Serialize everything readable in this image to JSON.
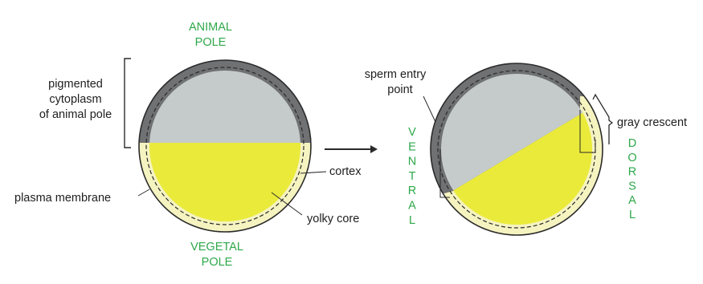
{
  "labels": {
    "animal_pole_line1": "ANIMAL",
    "animal_pole_line2": "POLE",
    "vegetal_pole_line1": "VEGETAL",
    "vegetal_pole_line2": "POLE",
    "pigmented_line1": "pigmented",
    "pigmented_line2": "cytoplasm",
    "pigmented_line3": "of animal pole",
    "plasma_membrane": "plasma membrane",
    "cortex": "cortex",
    "yolky_core": "yolky core",
    "sperm_entry_line1": "sperm entry",
    "sperm_entry_line2": "point",
    "gray_crescent": "gray crescent",
    "ventral": "VENTRAL",
    "dorsal": "DORSAL"
  },
  "colors": {
    "pigment_dark": "#6f7173",
    "cytoplasm_gray": "#c5cbcb",
    "yolk_yellow": "#eaea3a",
    "cortex_pale": "#f5f3c0",
    "label_green": "#2ea84a",
    "outline": "#2a2a2a",
    "background": "#ffffff"
  }
}
